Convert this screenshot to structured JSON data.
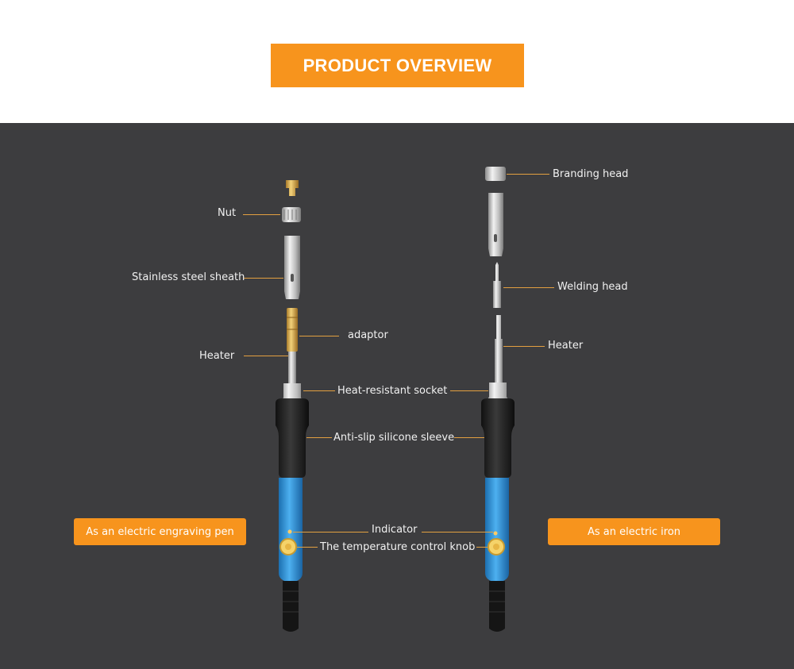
{
  "header": {
    "title": "PRODUCT OVERVIEW"
  },
  "labels": {
    "nut": "Nut",
    "stainless_steel_sheath": "Stainless steel sheath",
    "adaptor": "adaptor",
    "heater_left": "Heater",
    "heat_resistant_socket": "Heat-resistant socket",
    "anti_slip_sleeve": "Anti-slip silicone sleeve",
    "indicator": "Indicator",
    "temperature_knob": "The temperature control knob",
    "branding_head": "Branding head",
    "welding_head": "Welding head",
    "heater_right": "Heater"
  },
  "tags": {
    "left": "As an electric engraving pen",
    "right": "As an electric iron"
  },
  "colors": {
    "accent": "#f7941d",
    "background_dark": "#3d3d3f",
    "handle_blue": "#2a8fd6"
  }
}
